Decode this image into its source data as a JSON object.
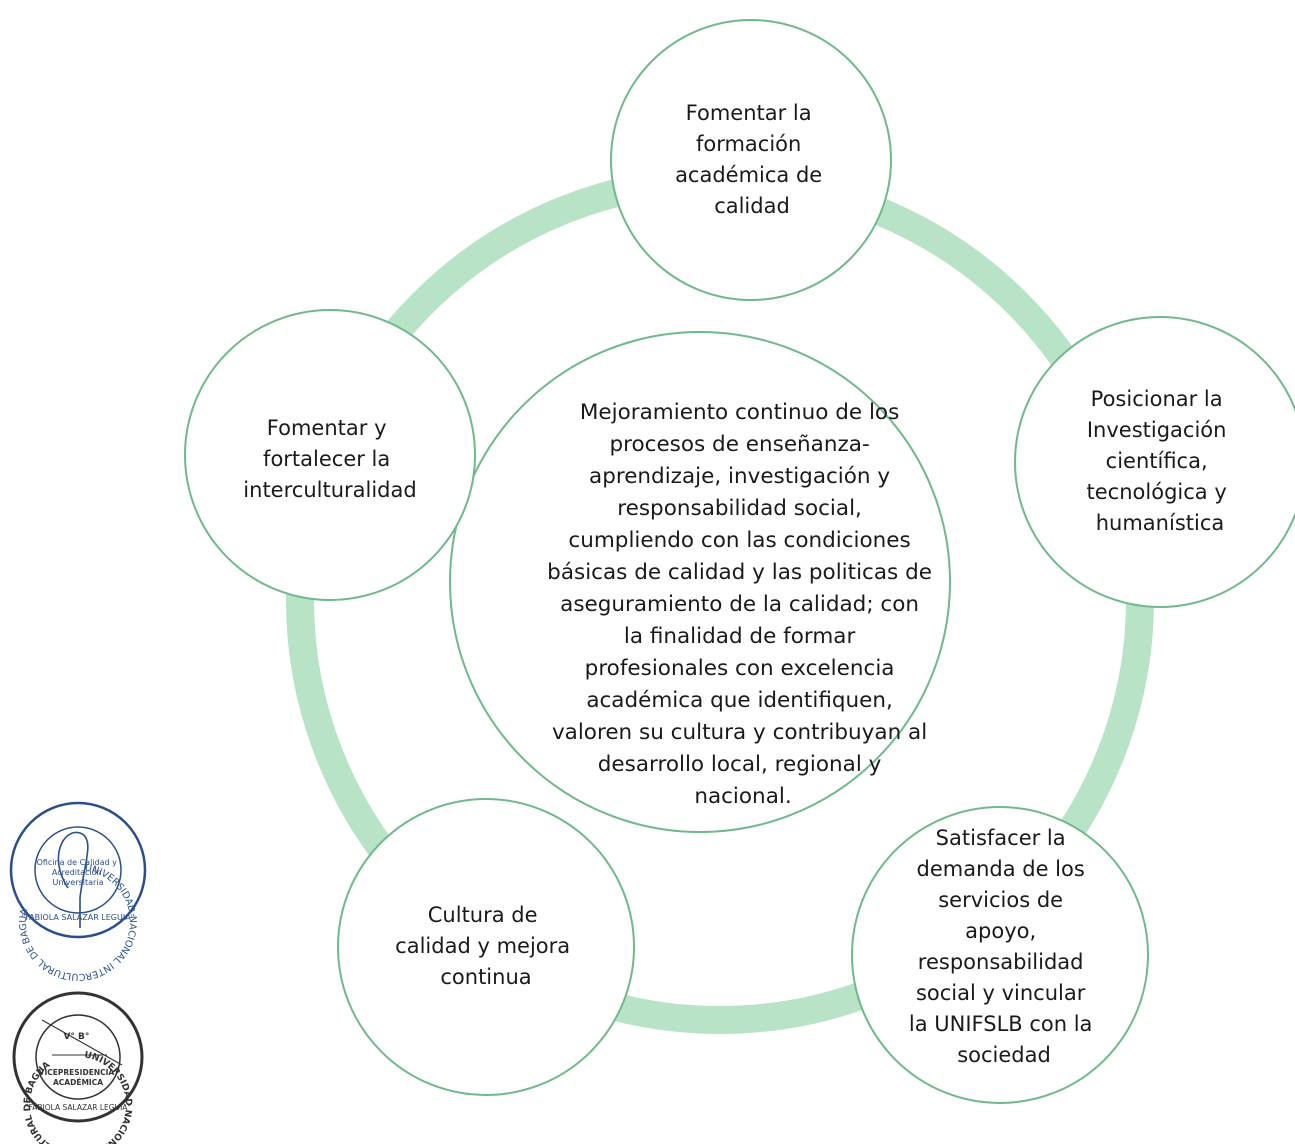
{
  "colors": {
    "ring": "#b9e3c7",
    "circle_stroke": "#6fb98a",
    "stamp_blue": "#2a4f8a",
    "stamp_black": "#333333"
  },
  "center": {
    "lines": [
      "Mejoramiento continuo de los",
      "procesos de enseñanza-",
      "aprendizaje, investigación y",
      "responsabilidad social,",
      "cumpliendo con las condiciones",
      "básicas de calidad y las politicas de",
      "aseguramiento de la calidad; con",
      "la finalidad de formar",
      "profesionales con excelencia",
      "académica que identifiquen,",
      "valoren su cultura y contribuyan al",
      "desarrollo local, regional y",
      "nacional."
    ]
  },
  "nodes": [
    {
      "id": "top",
      "lines": [
        "Fomentar la",
        "formación",
        "académica de",
        "calidad"
      ]
    },
    {
      "id": "right",
      "lines": [
        "Posicionar la",
        "Investigación",
        "científica,",
        "tecnológica y",
        "humanística"
      ]
    },
    {
      "id": "bottom-right",
      "lines": [
        "Satisfacer la",
        "demanda de los",
        "servicios de",
        "apoyo,",
        "responsabilidad",
        "social y vincular",
        "la UNIFSLB con la",
        "sociedad"
      ]
    },
    {
      "id": "bottom-left",
      "lines": [
        "Cultura de",
        "calidad y mejora",
        "continua"
      ]
    },
    {
      "id": "left",
      "lines": [
        "Fomentar y",
        "fortalecer la",
        "interculturalidad"
      ]
    }
  ],
  "stamps": [
    {
      "id": "oficina-calidad",
      "ring_text": "UNIVERSIDAD NACIONAL INTERCULTURAL DE BAGUA",
      "inner_lines": [
        "Oficina de Calidad y",
        "Acreditación",
        "Universitaria"
      ],
      "bottom_text": "\"FABIOLA SALAZAR LEGUIA\""
    },
    {
      "id": "vicepresidencia",
      "ring_text": "UNIVERSIDAD NACIONAL INTERCULTURAL DE BAGUA",
      "inner_lines": [
        "V° B°",
        "VICEPRESIDENCIA",
        "ACADÉMICA"
      ],
      "bottom_text": "\"FABIOLA SALAZAR LEGUIA\""
    }
  ]
}
